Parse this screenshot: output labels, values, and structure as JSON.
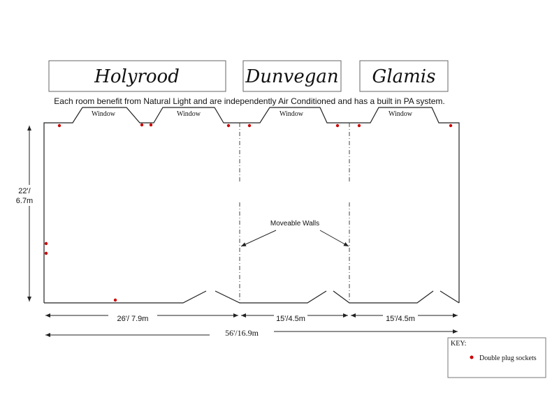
{
  "rooms": [
    {
      "name": "Holyrood"
    },
    {
      "name": "Dunvegan"
    },
    {
      "name": "Glamis"
    }
  ],
  "note": "Each room benefit from Natural Light and are independently Air Conditioned and has a built in PA system.",
  "window_label": "Window",
  "dimensions": {
    "height_line1": "22'/",
    "height_line2": "6.7m",
    "holyrood_width": "26'/ 7.9m",
    "dunvegan_width": "15'/4.5m",
    "glamis_width": "15'/4.5m",
    "total_width": "56'/16.9m"
  },
  "moveable_walls_label": "Moveable Walls",
  "key": {
    "title": "KEY:",
    "socket_label": "Double plug sockets"
  },
  "colors": {
    "socket": "#cc0000",
    "line": "#222222"
  }
}
